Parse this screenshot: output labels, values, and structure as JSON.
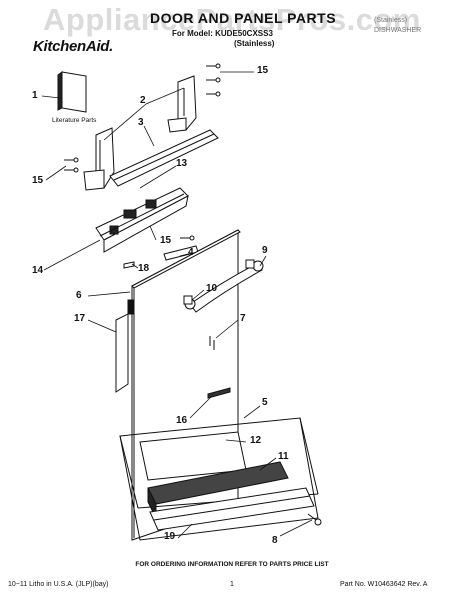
{
  "watermark": "AppliancePartsPros.com",
  "header": {
    "title": "DOOR AND PANEL PARTS",
    "model_line": "For Model: KUDE50CXSS3",
    "model_sub": "(Stainless)",
    "corner_line1": "(Stainless)",
    "corner_line2": "DISHWASHER",
    "brand": "KitchenAid."
  },
  "labels": {
    "literature_parts": "Literature Parts"
  },
  "callouts": [
    "1",
    "2",
    "3",
    "15",
    "13",
    "15",
    "14",
    "15",
    "4",
    "18",
    "6",
    "17",
    "10",
    "9",
    "7",
    "16",
    "5",
    "12",
    "11",
    "8",
    "19"
  ],
  "footer": {
    "ordering": "FOR ORDERING INFORMATION REFER TO PARTS PRICE LIST",
    "litho": "10−11 Litho in U.S.A. (JLP)(bay)",
    "page": "1",
    "part_no": "Part No. W10463642 Rev. A"
  },
  "colors": {
    "line": "#111111",
    "fill": "#ffffff",
    "watermark": "#bebebe"
  }
}
